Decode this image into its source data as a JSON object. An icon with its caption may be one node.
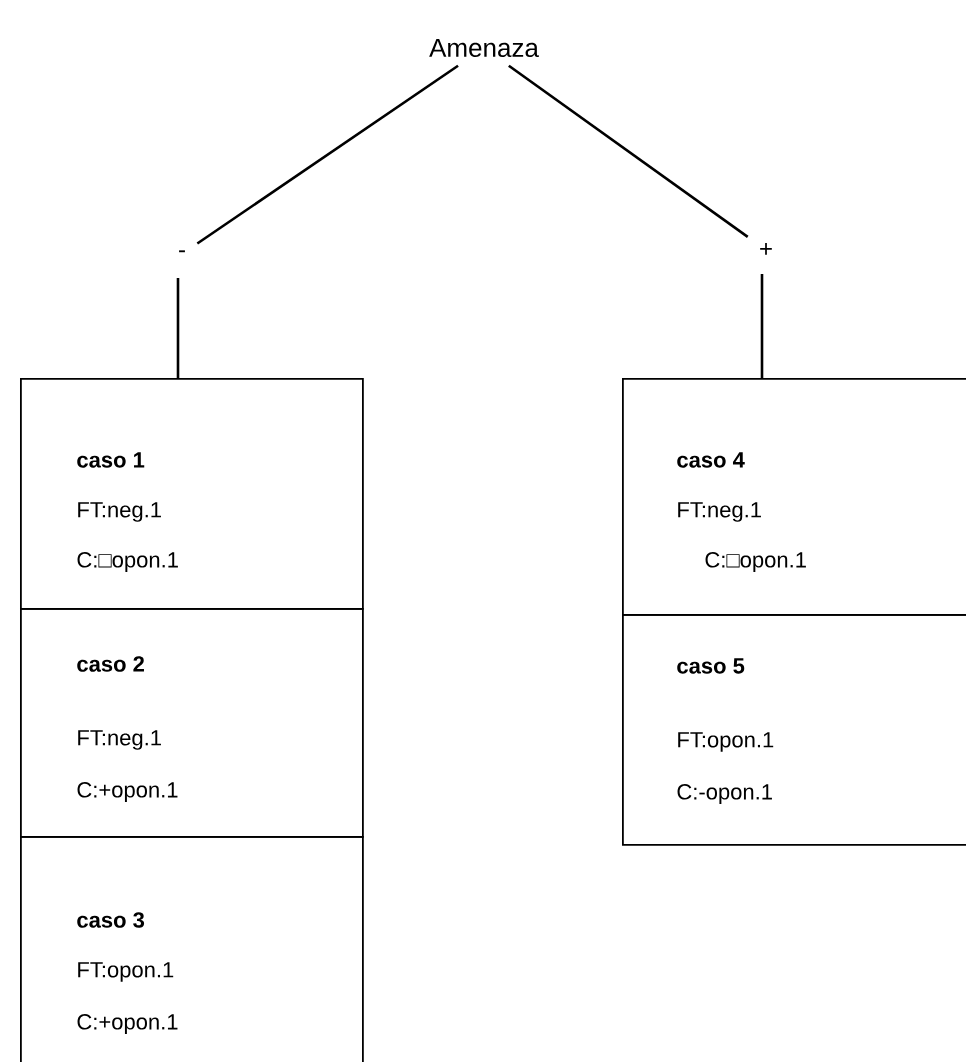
{
  "diagram": {
    "nodes": [
      {
        "text": [
          "Amenaza"
        ]
      },
      {
        "text": [
          "-"
        ]
      },
      {
        "text": [
          "+"
        ]
      },
      {
        "text": [
          "**caso 1**",
          "FT:neg.1",
          "C:□opon.1"
        ]
      },
      {
        "text": [
          "**caso 2**",
          "FT:neg.1",
          "C:+opon.1"
        ]
      },
      {
        "text": [
          "**caso 3**",
          "FT:opon.1",
          "C:+opon.1"
        ]
      },
      {
        "text": [
          "**caso 4**",
          "FT:neg.1",
          "C:□opon.1"
        ]
      },
      {
        "text": [
          "**caso 5**",
          "FT:opon.1",
          "C:-opon.1"
        ]
      }
    ],
    "edges": [
      {
        "from": 0,
        "to": 1,
        "arrow": "none"
      },
      {
        "from": 0,
        "to": 2,
        "arrow": "none"
      },
      {
        "from": 1,
        "to": 3,
        "arrow": "none"
      },
      {
        "from": 2,
        "to": 6,
        "arrow": "none"
      }
    ]
  }
}
